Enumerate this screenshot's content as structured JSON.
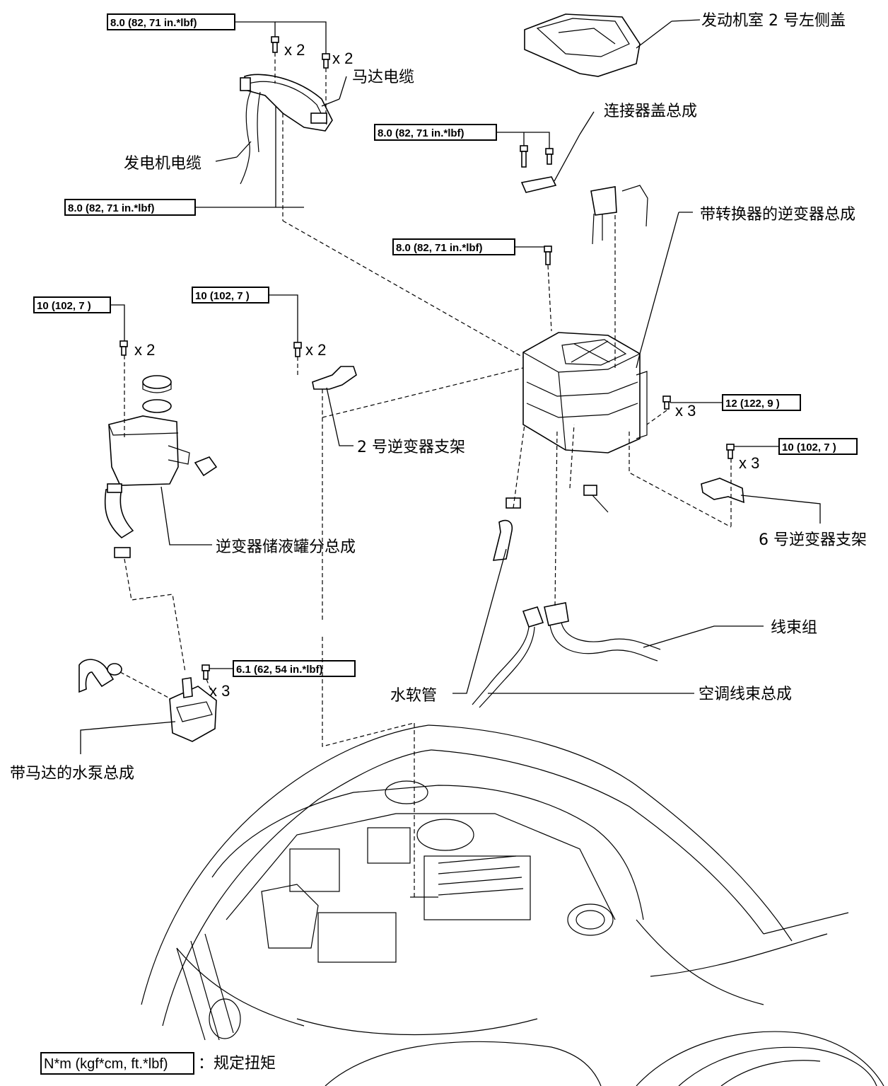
{
  "labels": {
    "engine_cover": "发动机室 2 号左侧盖",
    "motor_cable": "马达电缆",
    "generator_cable": "发电机电缆",
    "connector_cover": "连接器盖总成",
    "inverter_assembly": "带转换器的逆变器总成",
    "inverter_bracket_2": "2 号逆变器支架",
    "inverter_bracket_6": "6 号逆变器支架",
    "reservoir": "逆变器储液罐分总成",
    "wire_harness": "线束组",
    "ac_harness": "空调线束总成",
    "water_hose": "水软管",
    "water_pump": "带马达的水泵总成"
  },
  "torques": {
    "t1": "8.0 (82, 71 in.*lbf)",
    "t2": "8.0 (82, 71 in.*lbf)",
    "t3": "8.0 (82, 71 in.*lbf)",
    "t4": "8.0 (82, 71 in.*lbf)",
    "t5": "10 (102, 7 )",
    "t6": "10 (102, 7 )",
    "t7": "12 (122, 9 )",
    "t8": "10 (102, 7 )",
    "t9": "6.1 (62, 54 in.*lbf)"
  },
  "quantities": {
    "q1": "x 2",
    "q2": "x 2",
    "q3": "x 2",
    "q4": "x 2",
    "q5": "x 3",
    "q6": "x 3",
    "q7": "x 3"
  },
  "legend": {
    "unit": "N*m (kgf*cm, ft.*lbf)",
    "desc": "：规定扭矩"
  }
}
